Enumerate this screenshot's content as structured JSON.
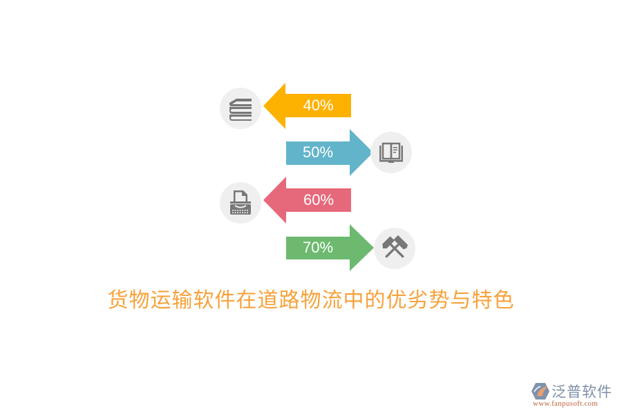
{
  "diagram": {
    "title": "货物运输软件在道路物流中的优劣势与特色",
    "items": [
      {
        "label": "40%",
        "value": 40,
        "color": "#fdb100",
        "direction": "left",
        "icon": "books-icon"
      },
      {
        "label": "50%",
        "value": 50,
        "color": "#62b4ca",
        "direction": "right",
        "icon": "open-book-icon"
      },
      {
        "label": "60%",
        "value": 60,
        "color": "#e5697a",
        "direction": "left",
        "icon": "typewriter-icon"
      },
      {
        "label": "70%",
        "value": 70,
        "color": "#6cb96f",
        "direction": "right",
        "icon": "hammers-icon"
      }
    ],
    "icon_bg": "#efefef",
    "icon_color": "#777777",
    "title_color": "#f7a23b"
  },
  "logo": {
    "brand": "泛普软件",
    "url": "www.fanpusoft.com"
  }
}
